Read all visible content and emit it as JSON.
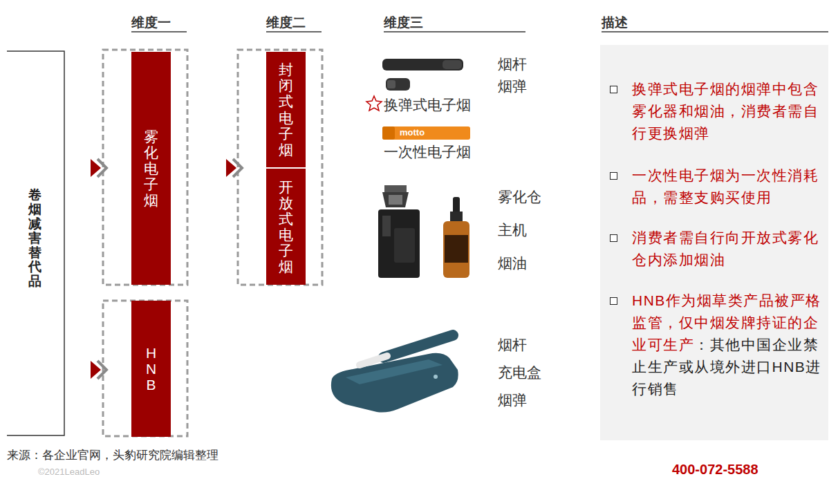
{
  "diagram": {
    "nodes": [
      {
        "text": [
          "雾化电子烟"
        ]
      },
      {
        "text": [
          "封闭式电子烟"
        ]
      },
      {
        "text": [
          "开放式电子烟"
        ]
      },
      {
        "text": [
          "HNB"
        ]
      },
      {
        "text": [
          "换弹式电子烟的烟弹中包含雾化器和烟油，消费者需自行更换烟弹",
          "一次性电子烟为一次性消耗品，需整支购买使用",
          "消费者需自行向开放式雾化仓内添加烟油",
          "HNB作为烟草类产品被严格监管，仅中烟发牌持证的企业可生产",
          "：其他中国企业禁止生产或从境外进口HNB进行销售"
        ]
      }
    ],
    "labels": [
      "维度一",
      "维度二",
      "维度三",
      "描述",
      "卷烟减害替代品",
      "烟杆",
      "烟弹",
      "换弹式电子烟",
      "motto",
      "一次性电子烟",
      "雾化仓",
      "主机",
      "烟油",
      "烟杆",
      "充电盒",
      "烟弹",
      "来源：各企业官网，头豹研究院编辑整理",
      "400-072-5588",
      "©2021LeadLeo"
    ]
  }
}
